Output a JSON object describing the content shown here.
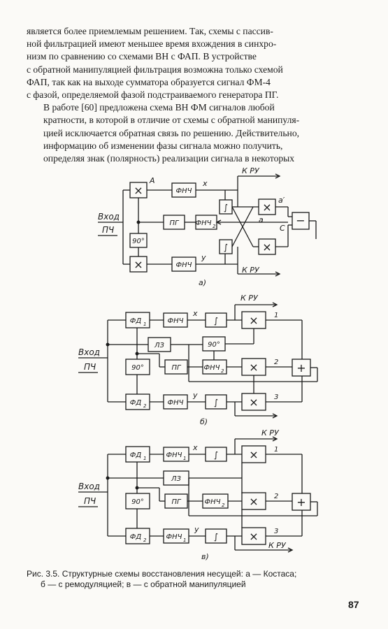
{
  "paragraph1_lines": [
    "является более приемлемым решением. Так, схемы с пассив-",
    "ной фильтрацией имеют меньшее время вхождения в синхро-",
    "низм по сравнению со схемами ВН с ФАП. В устройстве",
    "с обратной манипуляцией фильтрация возможна только схемой",
    "ФАП, так как на выходе сумматора образуется сигнал ФМ-4",
    "с фазой, определяемой фазой подстраиваемого генератора ПГ."
  ],
  "paragraph2_lines": [
    "В работе [60] предложена схема ВН ФМ сигналов любой",
    "кратности, в которой в отличие от схемы с обратной манипуля-",
    "цией исключается обратная связь по решению. Действительно,",
    "информацию об изменении фазы сигнала можно получить,",
    "определяя знак (полярность) реализации сигнала в некоторых"
  ],
  "diagram_a": {
    "input_label_1": "Вход",
    "input_label_2": "ПЧ",
    "mult": "×",
    "lpf": "ФНЧ",
    "vco": "ПГ",
    "lpf2": "ФНЧ",
    "lpf2_sub": "2",
    "phase": "90°",
    "limiter": "∫",
    "minus": "−",
    "label_A": "A",
    "label_x": "x",
    "label_y": "y",
    "label_a": "a",
    "label_a_prime": "a′",
    "label_C": "C",
    "to_ru_1": "К РУ",
    "to_ru_2": "К РУ",
    "sublabel": "а)"
  },
  "diagram_b": {
    "input_label_1": "Вход",
    "input_label_2": "ПЧ",
    "pd": "ФД",
    "pd1_sub": "1",
    "pd2_sub": "2",
    "lpf": "ФНЧ",
    "lpf2": "ФНЧ",
    "lpf2_sub": "2",
    "delay": "ЛЗ",
    "phase": "90°",
    "vco": "ПГ",
    "limiter": "∫",
    "mult": "×",
    "plus": "+",
    "label_x": "x",
    "label_y": "y",
    "n1": "1",
    "n2": "2",
    "n3": "3",
    "to_ru": "К РУ",
    "sublabel": "б)"
  },
  "diagram_c": {
    "input_label_1": "Вход",
    "input_label_2": "ПЧ",
    "pd": "ФД",
    "pd1_sub": "1",
    "pd2_sub": "2",
    "lpf1": "ФНЧ",
    "lpf1_sub": "1",
    "lpf2": "ФНЧ",
    "lpf2_sub": "2",
    "delay": "ЛЗ",
    "phase": "90°",
    "vco": "ПГ",
    "limiter": "∫",
    "mult": "×",
    "plus": "+",
    "label_x": "x",
    "label_y": "y",
    "n1": "1",
    "n2": "2",
    "n3": "3",
    "to_ru_1": "К РУ",
    "to_ru_2": "К РУ",
    "sublabel": "в)"
  },
  "caption_line1": "Рис. 3.5. Структурные схемы восстановления несущей: а — Костаса;",
  "caption_line2": "б — с ремодуляцией; в — с обратной манипуляцией",
  "page_number": "87"
}
